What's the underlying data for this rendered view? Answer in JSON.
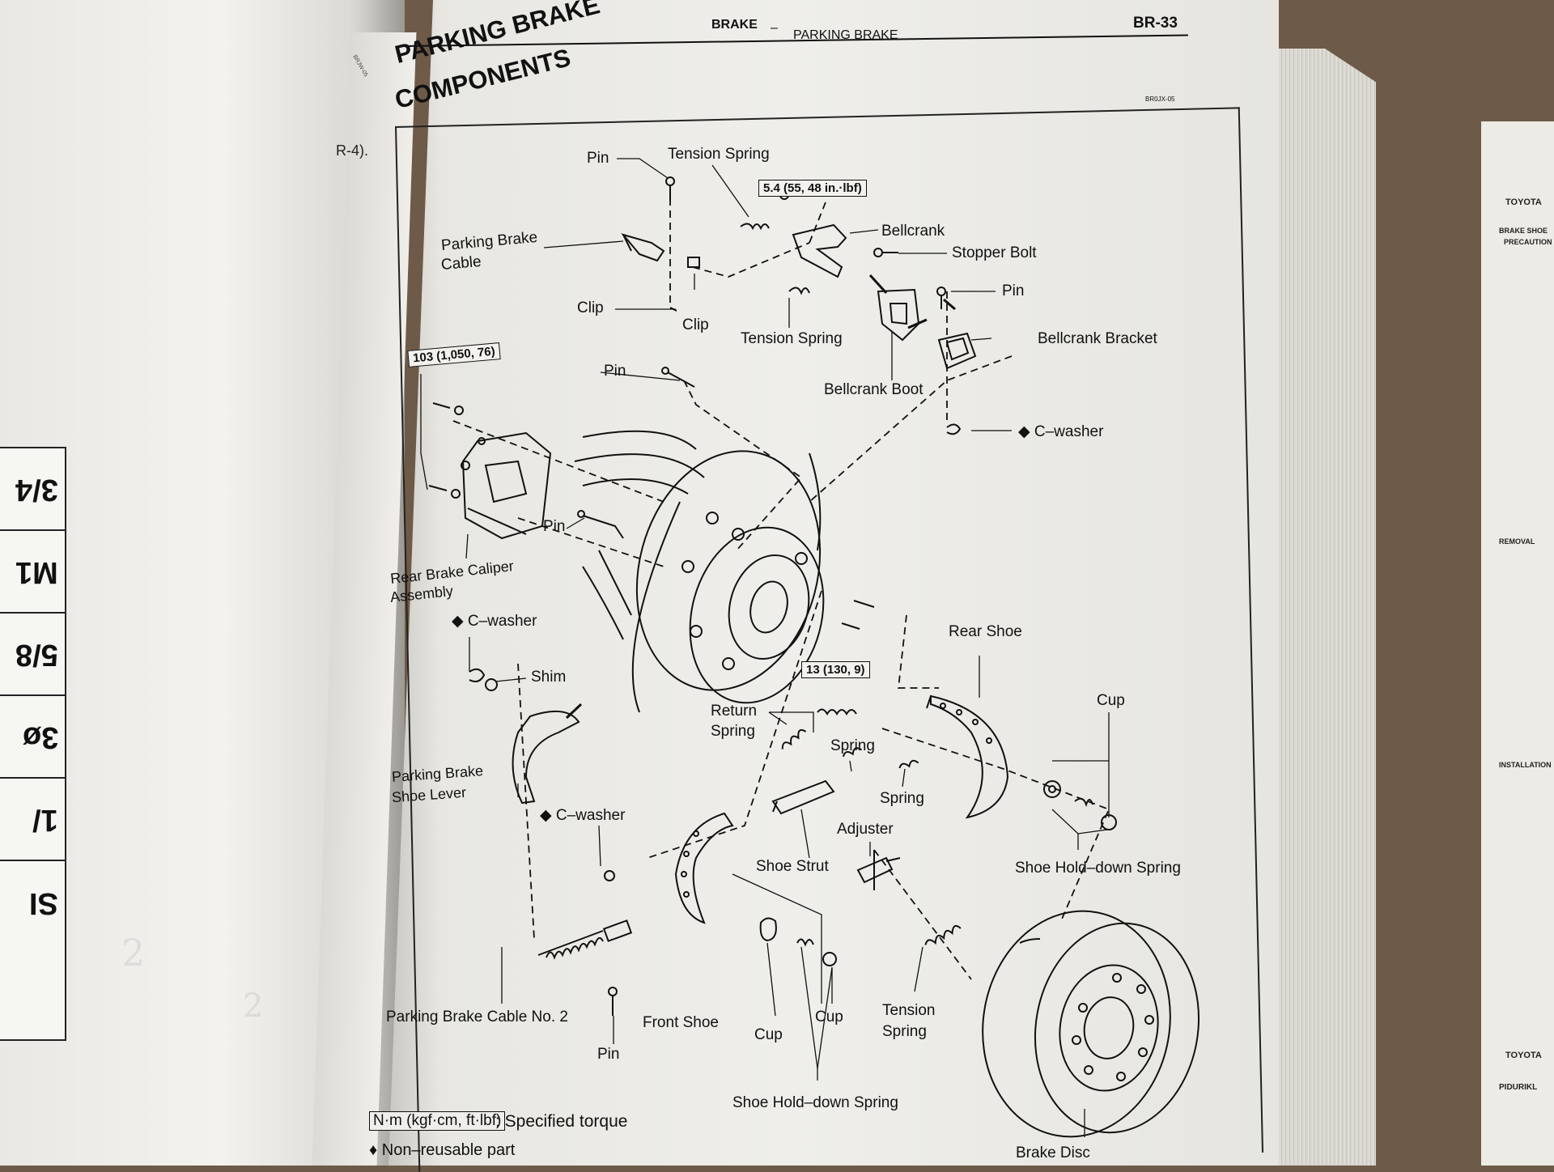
{
  "left_page": {
    "margin_text": "R-4).",
    "code": "BRJW-05",
    "tabs": [
      "3/4",
      "M1",
      "5/8",
      "3ø",
      "1/",
      "SI"
    ]
  },
  "header": {
    "section": "BRAKE",
    "dash": "–",
    "subsection": "PARKING BRAKE",
    "page_number": "BR-33"
  },
  "title": {
    "line1": "PARKING BRAKE",
    "line2": "COMPONENTS",
    "code": "BR0JX-05"
  },
  "labels": {
    "pin_top": "Pin",
    "tension_spring_top": "Tension Spring",
    "torque_bellcrank": "5.4 (55, 48 in.·lbf)",
    "parking_brake_cable_1": "Parking Brake",
    "parking_brake_cable_2": "Cable",
    "bellcrank": "Bellcrank",
    "stopper_bolt": "Stopper Bolt",
    "pin_bracket": "Pin",
    "clip_left": "Clip",
    "clip_mid": "Clip",
    "tension_spring_mid": "Tension Spring",
    "bellcrank_bracket": "Bellcrank Bracket",
    "bellcrank_boot": "Bellcrank Boot",
    "torque_caliper": "103 (1,050, 76)",
    "pin_caliper": "Pin",
    "c_washer_bracket": "◆ C–washer",
    "pin_hub": "Pin",
    "caliper_1": "Rear Brake Caliper",
    "caliper_2": "Assembly",
    "c_washer_lever": "◆ C–washer",
    "shim": "Shim",
    "torque_backplate": "13 (130, 9)",
    "rear_shoe": "Rear Shoe",
    "return_spring_1": "Return",
    "return_spring_2": "Spring",
    "spring_a": "Spring",
    "spring_b": "Spring",
    "cup_right": "Cup",
    "lever_1": "Parking Brake",
    "lever_2": "Shoe Lever",
    "c_washer_low": "◆ C–washer",
    "adjuster": "Adjuster",
    "shoe_strut": "Shoe Strut",
    "hold_down_right": "Shoe Hold–down Spring",
    "cable_no2": "Parking Brake Cable No. 2",
    "front_shoe": "Front Shoe",
    "cup_a": "Cup",
    "cup_b": "Cup",
    "tension_spring_low_1": "Tension",
    "tension_spring_low_2": "Spring",
    "pin_bottom": "Pin",
    "hold_down_bottom": "Shoe Hold–down Spring",
    "brake_disc": "Brake Disc"
  },
  "legend": {
    "torque_unit": "N·m (kgf·cm, ft·lbf)",
    "torque_text": ": Specified torque",
    "nonreusable": "♦ Non–reusable part"
  },
  "right_book": {
    "heading": "TOYOTA",
    "heading2": "TOYOTA",
    "line_a": "BRAKE SHOE",
    "line_b": "PRECAUTION",
    "line_c": "REMOVAL",
    "line_d": "INSTALLATION",
    "line_e": "PIDURIKL"
  }
}
